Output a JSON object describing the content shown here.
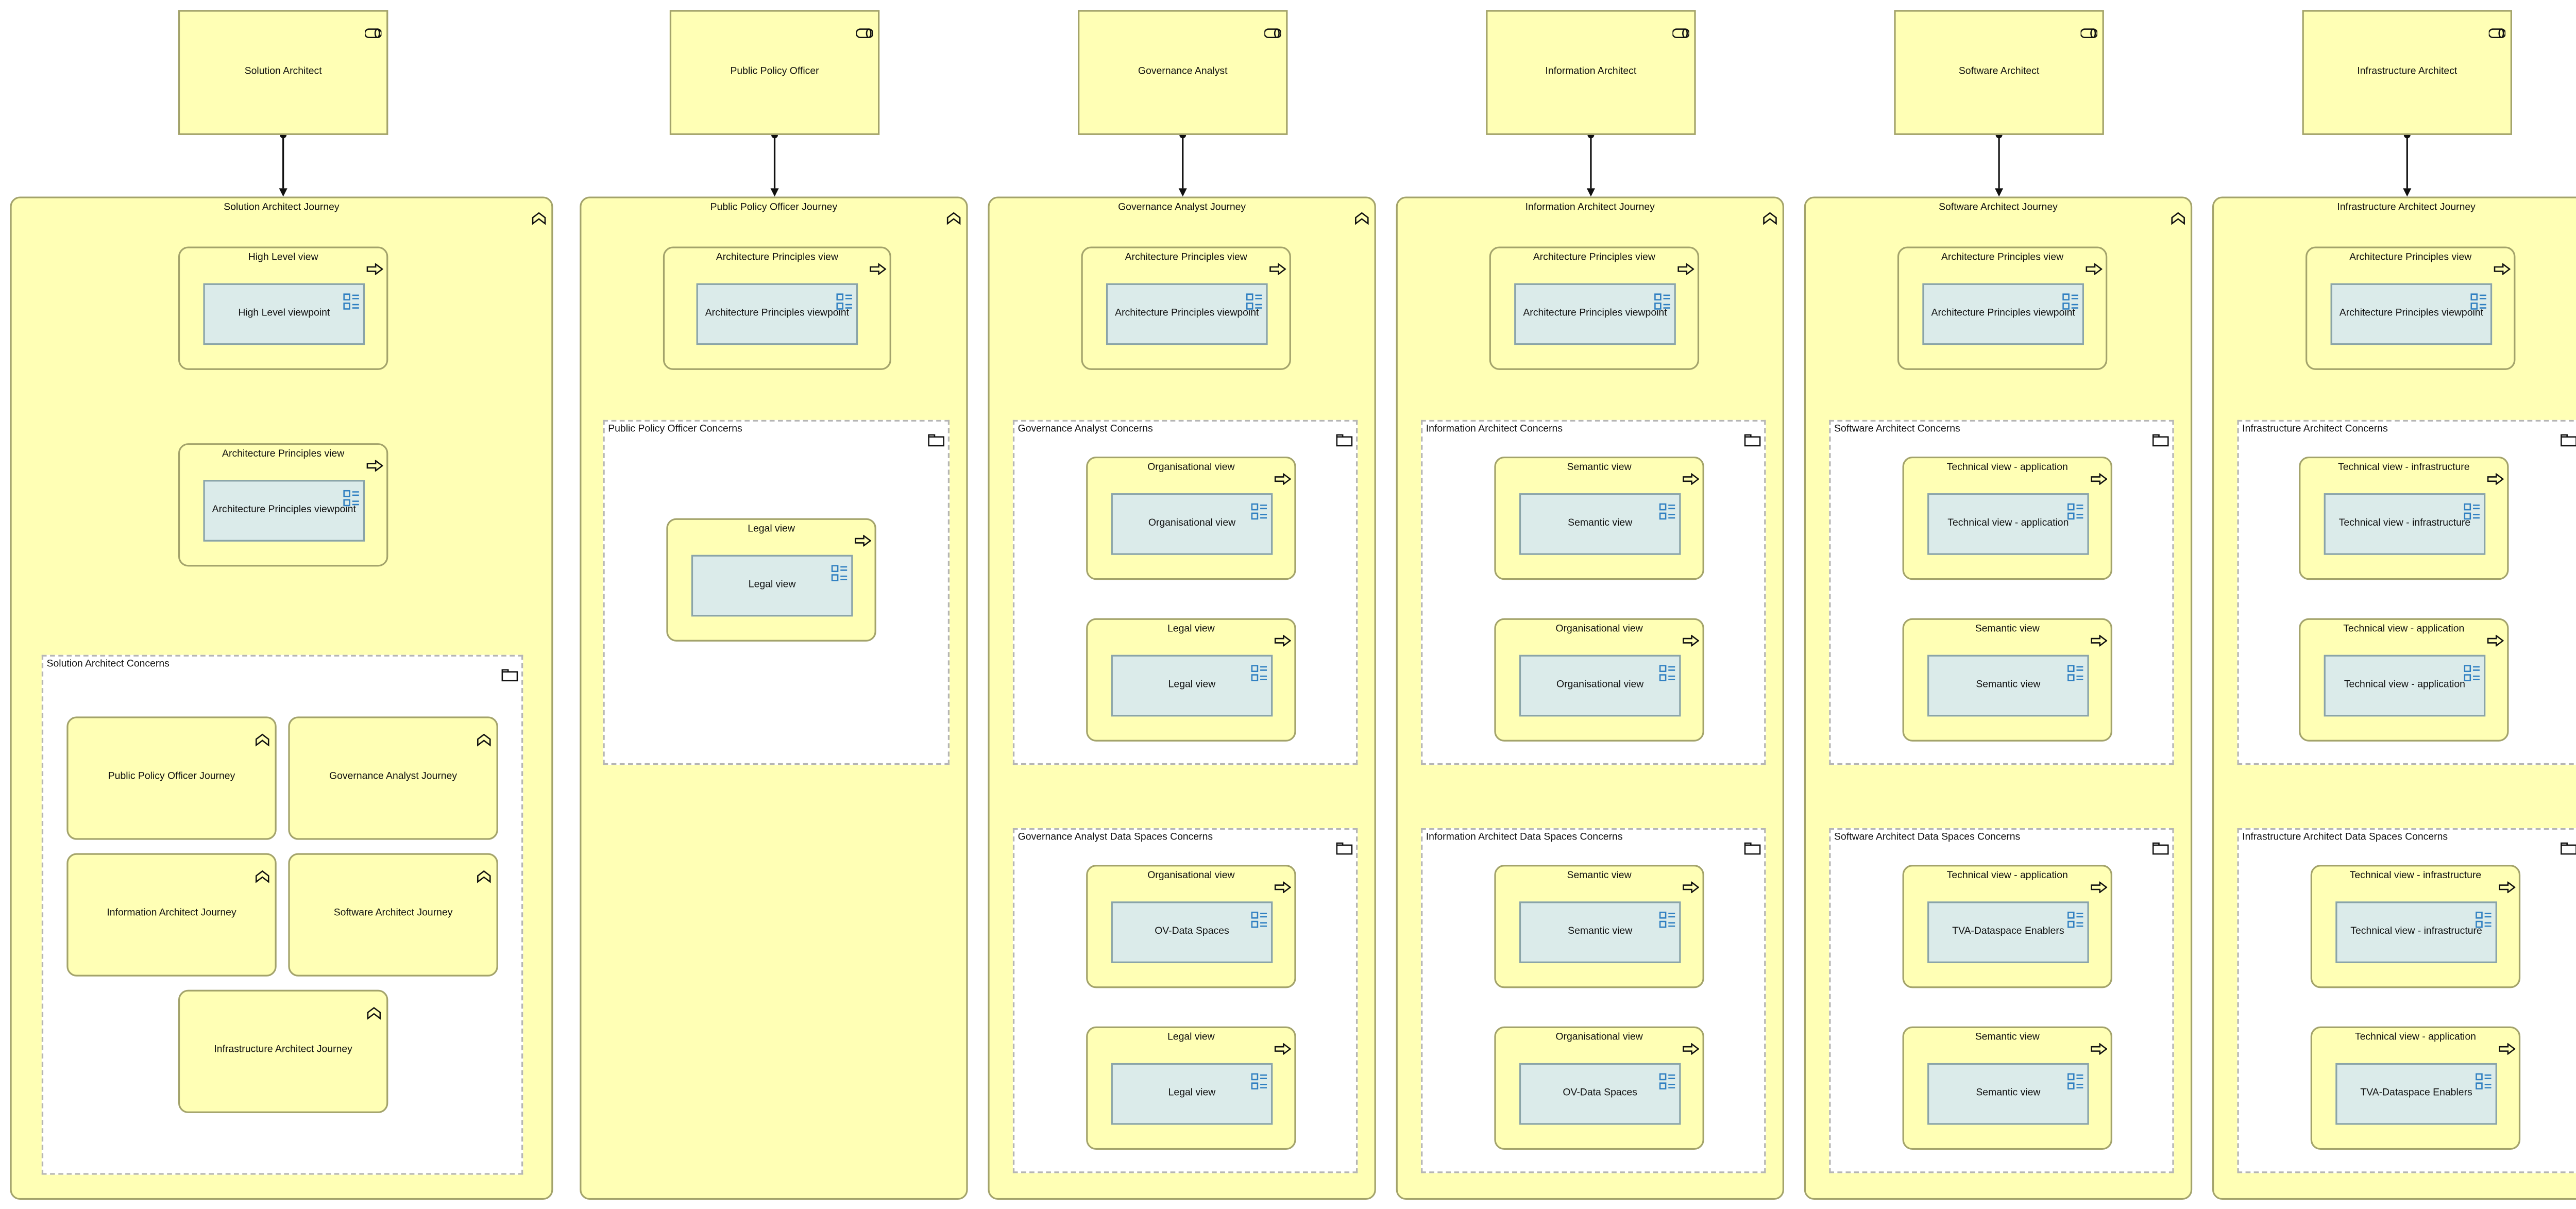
{
  "actors": [
    {
      "label": "Solution Architect",
      "icon": "role-icon"
    },
    {
      "label": "Public Policy Officer",
      "icon": "role-icon"
    },
    {
      "label": "Governance Analyst",
      "icon": "role-icon"
    },
    {
      "label": "Information Architect",
      "icon": "role-icon"
    },
    {
      "label": "Software Architect",
      "icon": "role-icon"
    },
    {
      "label": "Infrastructure Architect",
      "icon": "role-icon"
    }
  ],
  "journeys": [
    {
      "title": "Solution Architect Journey",
      "icon": "value-stream-icon"
    },
    {
      "title": "Public Policy Officer Journey",
      "icon": "value-stream-icon"
    },
    {
      "title": "Governance Analyst Journey",
      "icon": "value-stream-icon"
    },
    {
      "title": "Information Architect Journey",
      "icon": "value-stream-icon"
    },
    {
      "title": "Software Architect Journey",
      "icon": "value-stream-icon"
    },
    {
      "title": "Infrastructure Architect Journey",
      "icon": "value-stream-icon"
    }
  ],
  "col1": {
    "view1": {
      "title": "High Level view",
      "viewpoint": "High Level viewpoint"
    },
    "view2": {
      "title": "Architecture Principles view",
      "viewpoint": "Architecture Principles viewpoint"
    },
    "concerns": {
      "title": "Solution Architect Concerns",
      "journeys": [
        "Public Policy Officer Journey",
        "Governance Analyst Journey",
        "Information Architect Journey",
        "Software Architect Journey",
        "Infrastructure Architect Journey"
      ]
    }
  },
  "col2": {
    "view1": {
      "title": "Architecture Principles view",
      "viewpoint": "Architecture Principles viewpoint"
    },
    "concerns": {
      "title": "Public Policy Officer Concerns",
      "view": {
        "title": "Legal view",
        "viewpoint": "Legal view"
      }
    }
  },
  "cols": [
    {
      "view1": {
        "title": "Architecture Principles view",
        "viewpoint": "Architecture Principles viewpoint"
      },
      "concerns": {
        "title": "Governance Analyst Concerns",
        "a": {
          "title": "Organisational view",
          "viewpoint": "Organisational view"
        },
        "b": {
          "title": "Legal view",
          "viewpoint": "Legal view"
        }
      },
      "data": {
        "title": "Governance Analyst Data Spaces Concerns",
        "a": {
          "title": "Organisational view",
          "viewpoint": "OV-Data Spaces"
        },
        "b": {
          "title": "Legal view",
          "viewpoint": "Legal view"
        }
      }
    },
    {
      "view1": {
        "title": "Architecture Principles view",
        "viewpoint": "Architecture Principles viewpoint"
      },
      "concerns": {
        "title": "Information Architect Concerns",
        "a": {
          "title": "Semantic view",
          "viewpoint": "Semantic view"
        },
        "b": {
          "title": "Organisational view",
          "viewpoint": "Organisational view"
        }
      },
      "data": {
        "title": "Information Architect Data Spaces Concerns",
        "a": {
          "title": "Semantic view",
          "viewpoint": "Semantic view"
        },
        "b": {
          "title": "Organisational view",
          "viewpoint": "OV-Data Spaces"
        }
      }
    },
    {
      "view1": {
        "title": "Architecture Principles view",
        "viewpoint": "Architecture Principles viewpoint"
      },
      "concerns": {
        "title": "Software Architect Concerns",
        "a": {
          "title": "Technical view - application",
          "viewpoint": "Technical view - application"
        },
        "b": {
          "title": "Semantic view",
          "viewpoint": "Semantic view"
        }
      },
      "data": {
        "title": "Software Architect Data Spaces Concerns",
        "a": {
          "title": "Technical view - application",
          "viewpoint": "TVA-Dataspace Enablers"
        },
        "b": {
          "title": "Semantic view",
          "viewpoint": "Semantic view"
        }
      }
    },
    {
      "view1": {
        "title": "Architecture Principles view",
        "viewpoint": "Architecture Principles viewpoint"
      },
      "concerns": {
        "title": "Infrastructure Architect Concerns",
        "a": {
          "title": "Technical view - infrastructure",
          "viewpoint": "Technical view - infrastructure"
        },
        "b": {
          "title": "Technical view - application",
          "viewpoint": "Technical view - application"
        }
      },
      "data": {
        "title": "Infrastructure Architect Data Spaces Concerns",
        "a": {
          "title": "Technical view - infrastructure",
          "viewpoint": "Technical view - infrastructure"
        },
        "b": {
          "title": "Technical view - application",
          "viewpoint": "TVA-Dataspace Enablers"
        }
      }
    }
  ],
  "relations": {
    "influences": "influences"
  },
  "icons": {
    "view": "view-arrow-icon",
    "viewpoint": "viewpoint-icon",
    "folder": "folder-icon",
    "journey": "value-stream-icon",
    "actor": "role-icon"
  },
  "colors": {
    "element_fill": "#ffffb5",
    "viewpoint_fill": "#dbebea",
    "icon_blue": "#2f7fc1",
    "border": "#a3a36b"
  }
}
